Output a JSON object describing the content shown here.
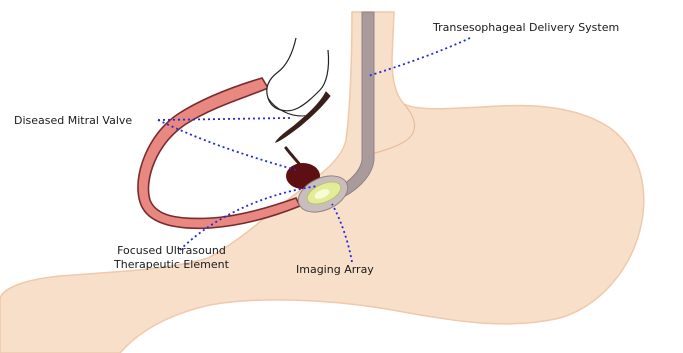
{
  "labels": {
    "delivery_system": "Transesophageal Delivery System",
    "mitral_valve": "Diseased Mitral Valve",
    "fus_element_line1": "Focused Ultrasound",
    "fus_element_line2": "Therapeutic Element",
    "imaging_array": "Imaging Array"
  },
  "colors": {
    "stomach_fill": "#f8dfca",
    "tube_fill": "#a99a9c",
    "heart_fill": "#e88880",
    "heart_outline": "#7a2b2e",
    "leaflet": "#3a1e1a",
    "valve_mass": "#5e0f12",
    "transducer": "#e4ec9a",
    "leader_line": "#1f2cd9"
  }
}
